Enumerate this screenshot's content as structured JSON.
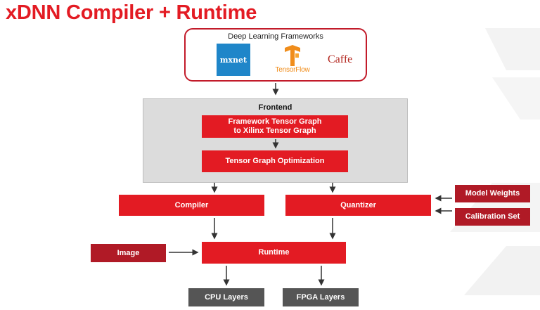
{
  "title": "xDNN Compiler + Runtime",
  "frameworks": {
    "label": "Deep Learning Frameworks",
    "items": [
      {
        "name": "mxnet",
        "color": "#1f86c9"
      },
      {
        "name": "TensorFlow",
        "color": "#f08d1b"
      },
      {
        "name": "Caffe",
        "color": "#b3261e"
      }
    ]
  },
  "frontend": {
    "label": "Frontend",
    "step1_line1": "Framework Tensor Graph",
    "step1_line2": "to Xilinx Tensor Graph",
    "step2": "Tensor Graph Optimization"
  },
  "compiler": "Compiler",
  "quantizer": "Quantizer",
  "model_weights": "Model Weights",
  "calibration_set": "Calibration Set",
  "image": "Image",
  "runtime": "Runtime",
  "cpu_layers": "CPU Layers",
  "fpga_layers": "FPGA Layers",
  "colors": {
    "accent": "#e31b23",
    "dark_red": "#b01a26",
    "frontend_bg": "#dcdcdc",
    "output_gray": "#555555"
  }
}
